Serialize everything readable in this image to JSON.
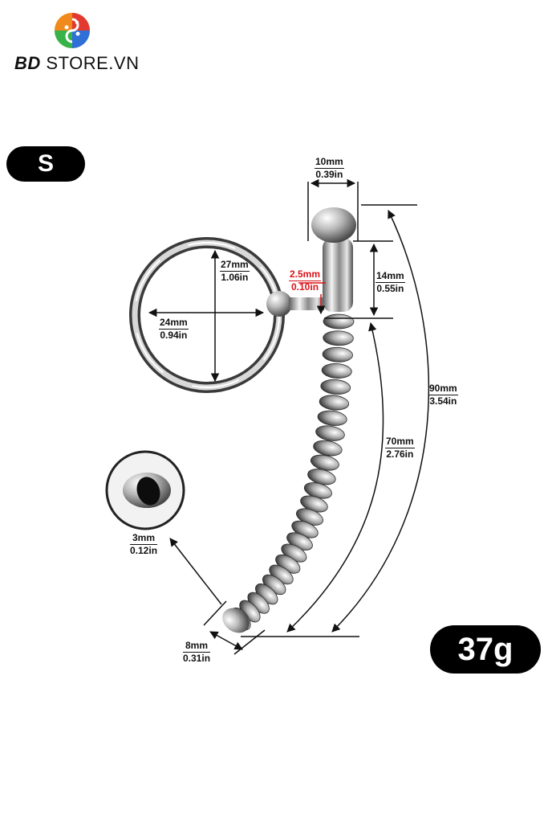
{
  "brand": {
    "logo_left": "BD",
    "logo_right": "STORE.VN"
  },
  "badges": {
    "size": "S",
    "weight": "37g"
  },
  "dimensions": {
    "head_width": {
      "mm": "10mm",
      "in": "0.39in"
    },
    "head_height": {
      "mm": "14mm",
      "in": "0.55in"
    },
    "ring_height": {
      "mm": "27mm",
      "in": "1.06in"
    },
    "ring_width": {
      "mm": "24mm",
      "in": "0.94in"
    },
    "connector": {
      "mm": "2.5mm",
      "in": "0.10in"
    },
    "total_length": {
      "mm": "90mm",
      "in": "3.54in"
    },
    "shaft_length": {
      "mm": "70mm",
      "in": "2.76in"
    },
    "hole": {
      "mm": "3mm",
      "in": "0.12in"
    },
    "tip_width": {
      "mm": "8mm",
      "in": "0.31in"
    }
  },
  "colors": {
    "accent_red": "#d9141b",
    "pill_bg": "#000000"
  }
}
